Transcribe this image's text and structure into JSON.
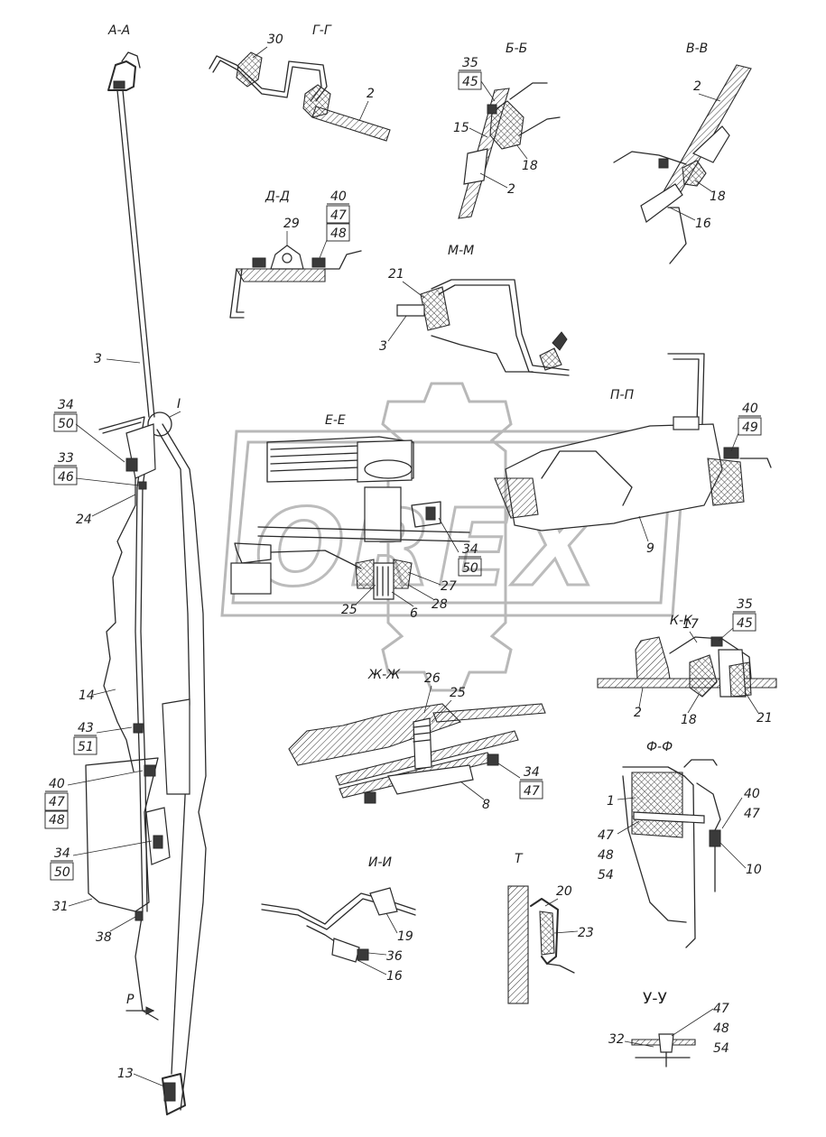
{
  "watermark": {
    "text": "OREX"
  },
  "sections": {
    "aa": "А-А",
    "gg": "Г-Г",
    "bb": "Б-Б",
    "vv": "В-В",
    "dd": "Д-Д",
    "mm": "М-М",
    "pp": "П-П",
    "ee": "Е-Е",
    "kk": "К-К",
    "zhzh": "Ж-Ж",
    "ff": "Ф-Ф",
    "ii": "И-И",
    "t": "Т",
    "uu": "У-У",
    "view_p": "Р",
    "detail_i": "I"
  },
  "labels": {
    "aa": {
      "n3": "3",
      "n34": "34",
      "n50": "50",
      "n33": "33",
      "n46": "46",
      "n24": "24",
      "n14": "14",
      "n43": "43",
      "n51": "51",
      "n40": "40",
      "n47": "47",
      "n48": "48",
      "n34b": "34",
      "n50b": "50",
      "n31": "31",
      "n38": "38",
      "n13": "13"
    },
    "gg": {
      "n30": "30",
      "n2": "2"
    },
    "bb": {
      "n35": "35",
      "n45": "45",
      "n15": "15",
      "n18": "18",
      "n2": "2"
    },
    "vv": {
      "n2": "2",
      "n18": "18",
      "n16": "16"
    },
    "dd": {
      "n29": "29",
      "n40": "40",
      "n47": "47",
      "n48": "48"
    },
    "mm": {
      "n21": "21",
      "n3": "3"
    },
    "pp": {
      "n40": "40",
      "n49": "49",
      "n9": "9"
    },
    "ee": {
      "n34": "34",
      "n50": "50",
      "n27": "27",
      "n25": "25",
      "n6": "6",
      "n28": "28"
    },
    "kk": {
      "n35": "35",
      "n45": "45",
      "n17": "17",
      "n2": "2",
      "n18": "18",
      "n21": "21"
    },
    "zhzh": {
      "n26": "26",
      "n25": "25",
      "n34": "34",
      "n47": "47",
      "n8": "8"
    },
    "ff": {
      "n1": "1",
      "n40": "40",
      "n47": "47",
      "n47b": "47",
      "n48": "48",
      "n54": "54",
      "n10": "10"
    },
    "ii": {
      "n19": "19",
      "n36": "36",
      "n16": "16"
    },
    "t": {
      "n20": "20",
      "n23": "23"
    },
    "uu": {
      "n47": "47",
      "n48": "48",
      "n54": "54",
      "n32": "32"
    }
  }
}
